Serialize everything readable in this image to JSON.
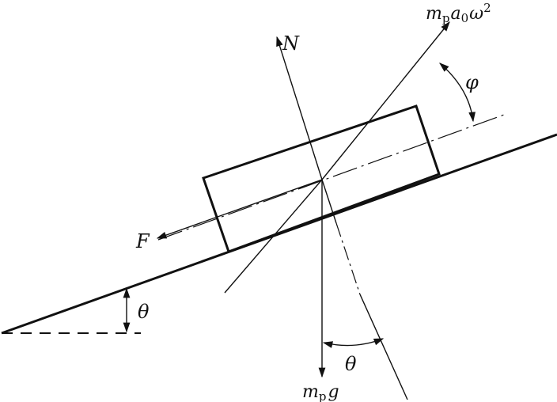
{
  "labels": {
    "normal_force": "N",
    "friction_force": "F",
    "gravity_m": "m",
    "gravity_sub": "p",
    "gravity_g": "g",
    "centrifugal_m": "m",
    "centrifugal_sub1": "p",
    "centrifugal_a": "a",
    "centrifugal_sub2": "0",
    "centrifugal_omega": "ω",
    "centrifugal_exp": "2",
    "angle_phi": "φ",
    "angle_theta_incline": "θ",
    "angle_theta_bottom": "θ"
  },
  "colors": {
    "ink": "#111111"
  }
}
